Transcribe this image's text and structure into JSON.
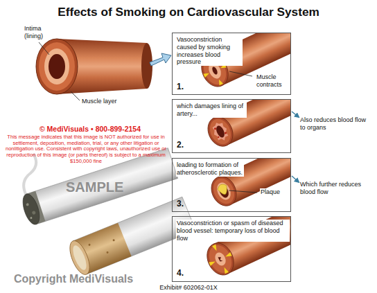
{
  "diagram": {
    "title": "Effects of Smoking on Cardiovascular System",
    "nodes": [
      {
        "text": [
          "Vasoconstriction caused by smoking increases blood pressure",
          "Muscle contracts",
          "1."
        ]
      },
      {
        "text": [
          "which damages lining of artery...",
          "2."
        ]
      },
      {
        "text": [
          "leading to formation of atherosclerotic plaques.",
          "Plaque",
          "3."
        ]
      },
      {
        "text": [
          "Vasoconstriction or spasm of diseased blood vessel: temporary loss of blood flow",
          "4."
        ]
      }
    ],
    "labels": [
      "Intima (lining)",
      "Muscle layer",
      "© MediVisuals • 800-899-2154",
      "This message indicates that this image is NOT authorized for use in settlement, deposition, mediation, trial, or any other litigation or nonlitigation use. Consistent with copyright laws, unauthorized use or reproduction of this image (or parts thereof) is subject to a maximum $150,000 fine",
      "Also reduces blood flow to organs",
      "Which further reduces blood flow",
      "SAMPLE",
      "Copyright MediVisuals",
      "Exhibit# 602062-01X"
    ]
  }
}
